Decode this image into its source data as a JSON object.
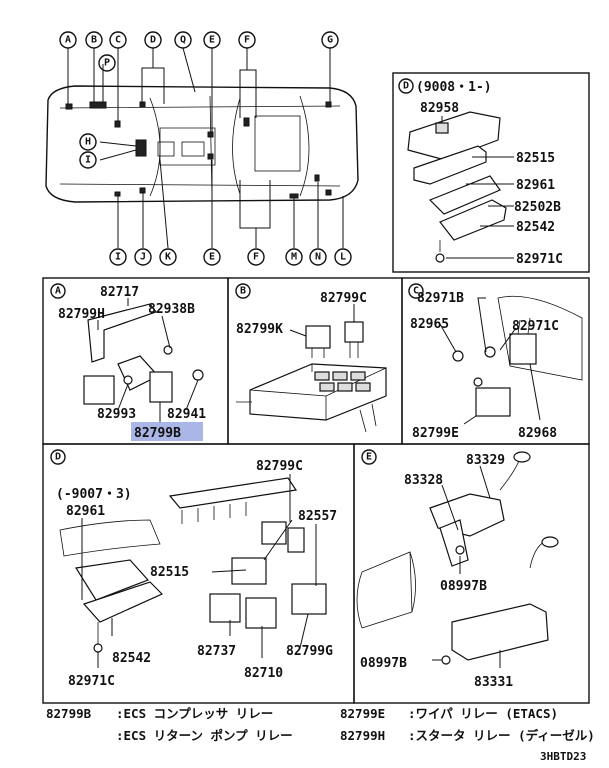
{
  "overview": {
    "callouts_top": [
      "A",
      "B",
      "C",
      "D",
      "Q",
      "E",
      "F",
      "G"
    ],
    "callout_p": "P",
    "callout_h": "H",
    "callout_i_left": "I",
    "callouts_bottom": [
      "I",
      "J",
      "K",
      "E",
      "F",
      "M",
      "N",
      "L"
    ]
  },
  "panels": {
    "d_top": {
      "label": "D",
      "date": "(9008・1-)",
      "parts": [
        "82958",
        "82515",
        "82961",
        "82502B",
        "82542",
        "82971C"
      ]
    },
    "a": {
      "label": "A",
      "parts": [
        "82717",
        "82799H",
        "82938B",
        "82993",
        "82941"
      ],
      "highlight": "82799B"
    },
    "b": {
      "label": "B",
      "parts": [
        "82799C",
        "82799K"
      ]
    },
    "c": {
      "label": "C",
      "parts": [
        "82971B",
        "82965",
        "82971C",
        "82799E",
        "82968"
      ]
    },
    "d_bottom": {
      "label": "D",
      "date": "(-9007・3)",
      "parts": [
        "82799C",
        "82961",
        "82557",
        "82515",
        "82737",
        "82710",
        "82799G",
        "82542",
        "82971C"
      ]
    },
    "e": {
      "label": "E",
      "parts": [
        "83329",
        "83328",
        "08997B",
        "08997B",
        "83331"
      ]
    }
  },
  "legend": [
    {
      "code": "82799B",
      "text": ":ECS コンプレッサ リレー"
    },
    {
      "code": "",
      "text": ":ECS リターン ポンプ リレー"
    },
    {
      "code": "82799E",
      "text": ":ワイパ リレー (ETACS)"
    },
    {
      "code": "82799H",
      "text": ":スタータ リレー (ディーゼル)"
    }
  ],
  "diagram_code": "3HBTD23"
}
